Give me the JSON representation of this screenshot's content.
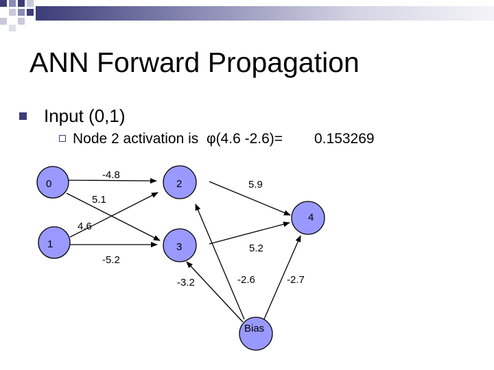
{
  "title": "ANN Forward Propagation",
  "bullets": {
    "level1": "Input (0,1)",
    "level2_prefix": "Node 2 activation is  ",
    "level2_phi": "φ",
    "level2_args": "(4.6 -2.6)=",
    "level2_value": "0.153269"
  },
  "colors": {
    "node_fill": "#9999ff",
    "accent": "#3c3c78"
  },
  "network": {
    "nodes": {
      "n0": "0",
      "n1": "1",
      "n2": "2",
      "n3": "3",
      "n4": "4",
      "bias": "Bias"
    },
    "weights": {
      "w02": "-4.8",
      "w03": "5.1",
      "w12": "4.6",
      "w13": "-5.2",
      "w24": "5.9",
      "w34": "5.2",
      "b3": "-3.2",
      "b2": "-2.6",
      "b4": "-2.7"
    }
  }
}
